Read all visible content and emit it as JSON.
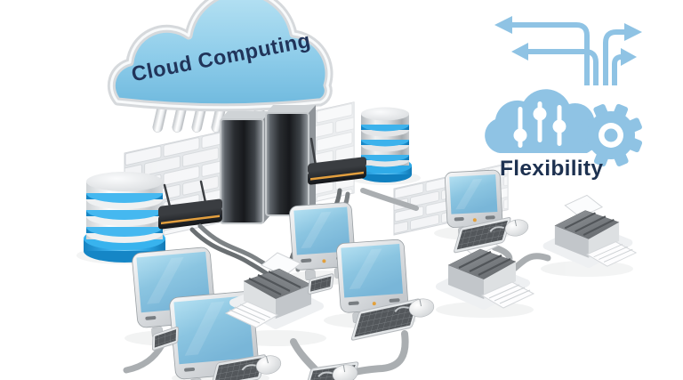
{
  "scene": {
    "cloud_label": "Cloud Computing",
    "caption": "Flexibility"
  },
  "palette": {
    "background": "#ffffff",
    "cloud_top": "#b7e2f3",
    "cloud_bottom": "#6fb9de",
    "cloud_rim": "#d6d9dc",
    "cloud_text": "#21345a",
    "caption_text": "#1d3150",
    "icon_blue": "#8fc3e4",
    "screen_top": "#b2dff1",
    "screen_bottom": "#79b6d8",
    "db_blue": "#2aa4e4",
    "db_blue_dark": "#1180be",
    "router_body": "#1d1f23",
    "router_stripe": "#e39f3e",
    "server_dark": "#17191c",
    "brick_face": "#f5f6f8",
    "metal_light": "#eef0f2",
    "metal_dark": "#b7bbbf",
    "cable_light": "#aaaeb1",
    "cable_dark": "#6a6f72",
    "logo_dot": "#e2a03c"
  },
  "inventory": {
    "cloud": 1,
    "firewall_walls": 2,
    "server_towers": 2,
    "database_cylinders": 2,
    "wireless_routers": 2,
    "desktop_monitors": 5,
    "keyboards": 6,
    "mice": 4,
    "printers": 3
  }
}
